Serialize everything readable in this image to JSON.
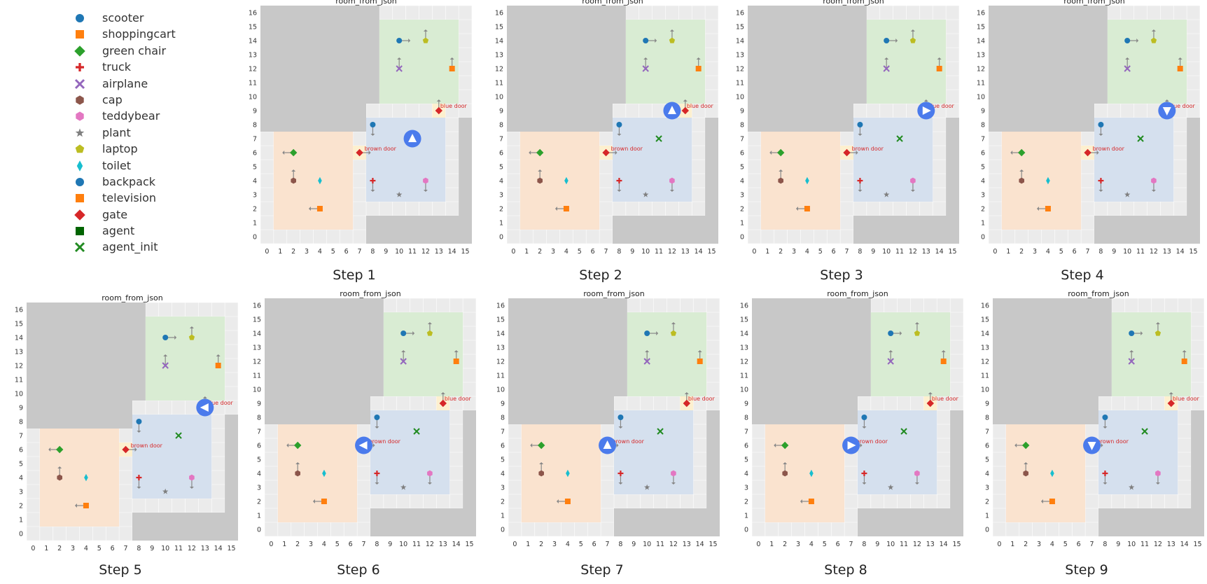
{
  "legend": [
    {
      "label": "scooter",
      "shape": "circle",
      "color": "#1f77b4"
    },
    {
      "label": "shoppingcart",
      "shape": "square",
      "color": "#ff7f0e"
    },
    {
      "label": "green chair",
      "shape": "diamond",
      "color": "#2ca02c"
    },
    {
      "label": "truck",
      "shape": "plus",
      "color": "#d62728"
    },
    {
      "label": "airplane",
      "shape": "x",
      "color": "#9467bd"
    },
    {
      "label": "cap",
      "shape": "hexagon",
      "color": "#8c564b"
    },
    {
      "label": "teddybear",
      "shape": "hexagon",
      "color": "#e377c2"
    },
    {
      "label": "plant",
      "shape": "star",
      "color": "#7f7f7f"
    },
    {
      "label": "laptop",
      "shape": "pentagon",
      "color": "#bcbd22"
    },
    {
      "label": "toilet",
      "shape": "thin-diamond",
      "color": "#17becf"
    },
    {
      "label": "backpack",
      "shape": "circle",
      "color": "#1f77b4"
    },
    {
      "label": "television",
      "shape": "square",
      "color": "#ff7f0e"
    },
    {
      "label": "gate",
      "shape": "diamond",
      "color": "#d62728"
    },
    {
      "label": "agent",
      "shape": "square",
      "color": "#006400"
    },
    {
      "label": "agent_init",
      "shape": "x",
      "color": "#228b22"
    }
  ],
  "chart_data": {
    "type": "scatter",
    "title": "room_from_json",
    "xlim": [
      0,
      15
    ],
    "ylim": [
      0,
      16
    ],
    "ticks_x": [
      "0",
      "1",
      "2",
      "3",
      "4",
      "5",
      "6",
      "7",
      "8",
      "9",
      "10",
      "11",
      "12",
      "13",
      "14",
      "15"
    ],
    "ticks_y": [
      "0",
      "1",
      "2",
      "3",
      "4",
      "5",
      "6",
      "7",
      "8",
      "9",
      "10",
      "11",
      "12",
      "13",
      "14",
      "15",
      "16"
    ],
    "door_labels": [
      "brown door",
      "blue door"
    ],
    "objects": [
      {
        "x": 10,
        "y": 14,
        "color": "#1f77b4",
        "shape": "circle",
        "arrow": "right"
      },
      {
        "x": 12,
        "y": 14,
        "color": "#bcbd22",
        "shape": "pentagon",
        "arrow": "up"
      },
      {
        "x": 10,
        "y": 12,
        "color": "#9467bd",
        "shape": "x",
        "arrow": "up"
      },
      {
        "x": 14,
        "y": 12,
        "color": "#ff7f0e",
        "shape": "square",
        "arrow": "up"
      },
      {
        "x": 13,
        "y": 9,
        "color": "#d62728",
        "shape": "diamond",
        "arrow": "up"
      },
      {
        "x": 8,
        "y": 8,
        "color": "#1f77b4",
        "shape": "circle",
        "arrow": "down"
      },
      {
        "x": 7,
        "y": 6,
        "color": "#d62728",
        "shape": "diamond",
        "arrow": "right"
      },
      {
        "x": 2,
        "y": 6,
        "color": "#2ca02c",
        "shape": "diamond",
        "arrow": "left"
      },
      {
        "x": 2,
        "y": 4,
        "color": "#8c564b",
        "shape": "hexagon",
        "arrow": "up"
      },
      {
        "x": 4,
        "y": 4,
        "color": "#17becf",
        "shape": "thin-diamond",
        "arrow": "none"
      },
      {
        "x": 8,
        "y": 4,
        "color": "#d62728",
        "shape": "plus",
        "arrow": "down"
      },
      {
        "x": 12,
        "y": 4,
        "color": "#e377c2",
        "shape": "hexagon",
        "arrow": "down"
      },
      {
        "x": 10,
        "y": 3,
        "color": "#7f7f7f",
        "shape": "star",
        "arrow": "none"
      },
      {
        "x": 4,
        "y": 2,
        "color": "#ff7f0e",
        "shape": "square",
        "arrow": "left"
      }
    ],
    "steps": [
      {
        "label": "Step 1",
        "agent": {
          "x": 11,
          "y": 7,
          "dir": "up"
        },
        "agent_init": false
      },
      {
        "label": "Step 2",
        "agent": {
          "x": 12,
          "y": 9,
          "dir": "up"
        },
        "agent_init": true
      },
      {
        "label": "Step 3",
        "agent": {
          "x": 13,
          "y": 9,
          "dir": "right"
        },
        "agent_init": true
      },
      {
        "label": "Step 4",
        "agent": {
          "x": 13,
          "y": 9,
          "dir": "down"
        },
        "agent_init": true
      },
      {
        "label": "Step 5",
        "agent": {
          "x": 13,
          "y": 9,
          "dir": "left"
        },
        "agent_init": true
      },
      {
        "label": "Step 6",
        "agent": {
          "x": 7,
          "y": 6,
          "dir": "left"
        },
        "agent_init": true
      },
      {
        "label": "Step 7",
        "agent": {
          "x": 7,
          "y": 6,
          "dir": "up"
        },
        "agent_init": true
      },
      {
        "label": "Step 8",
        "agent": {
          "x": 7,
          "y": 6,
          "dir": "right"
        },
        "agent_init": true
      },
      {
        "label": "Step 9",
        "agent": {
          "x": 7,
          "y": 6,
          "dir": "down"
        },
        "agent_init": true
      }
    ]
  }
}
